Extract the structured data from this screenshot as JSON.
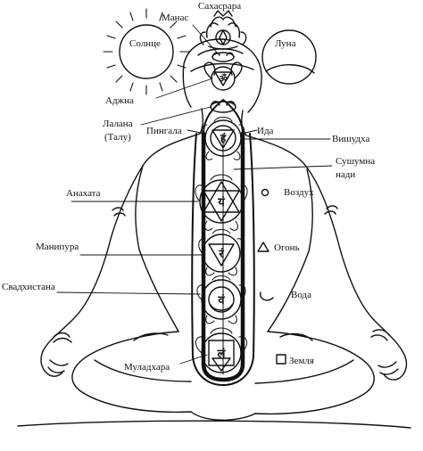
{
  "diagram": {
    "labels": {
      "sahasrara": "Сахасрара",
      "manas": "Манас",
      "sun": "Солнце",
      "moon": "Луна",
      "ajna": "Аджна",
      "lalana": "Лалана",
      "talu": "(Талу)",
      "pingala": "Пингала",
      "ida": "Ида",
      "vishuddha": "Вишудха",
      "sushumna_1": "Сушумна",
      "sushumna_2": "нади",
      "anahata": "Анахата",
      "air": "Воздух",
      "manipura": "Манипура",
      "fire": "Огонь",
      "svadhisthana": "Свадхистана",
      "water": "Вода",
      "muladhara": "Муладхара",
      "earth": "Земля"
    },
    "mantras": {
      "ajna": "ॐ",
      "vishuddha": "हं",
      "anahata": "यं",
      "manipura": "रं",
      "svadhisthana": "वं",
      "muladhara": "लं"
    },
    "colors": {
      "ink": "#111111",
      "paper": "#ffffff"
    }
  }
}
